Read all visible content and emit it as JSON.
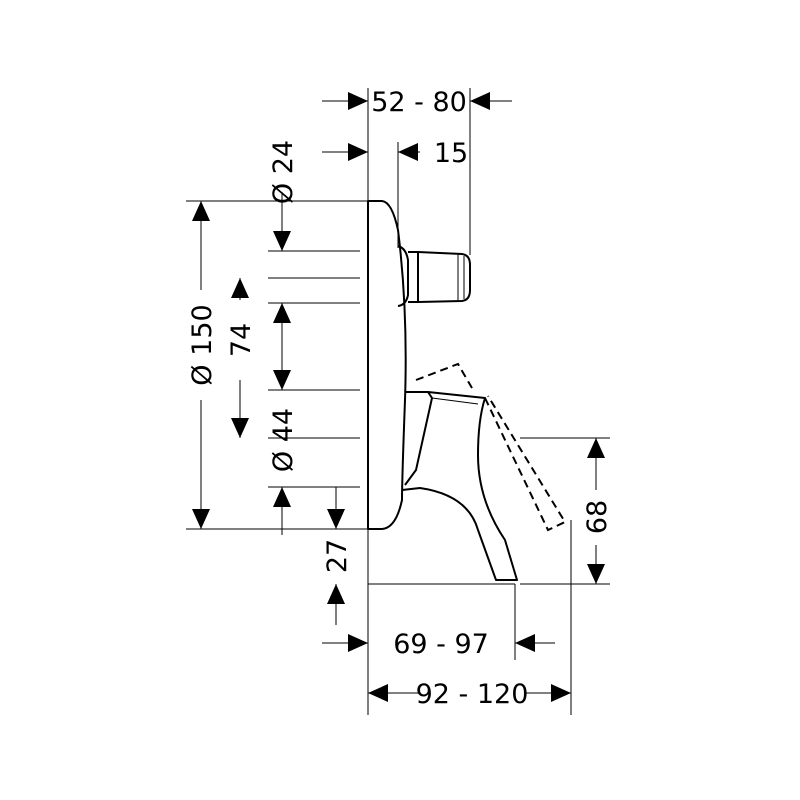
{
  "dimensions": {
    "depth_range": "52 - 80",
    "diverter_offset": "15",
    "diverter_diameter": "Ø 24",
    "plate_diameter": "Ø 150",
    "center_distance": "74",
    "lever_hub_diameter": "Ø 44",
    "bottom_offset": "27",
    "lever_height": "68",
    "lever_reach": "69 - 97",
    "total_reach": "92 - 120"
  }
}
